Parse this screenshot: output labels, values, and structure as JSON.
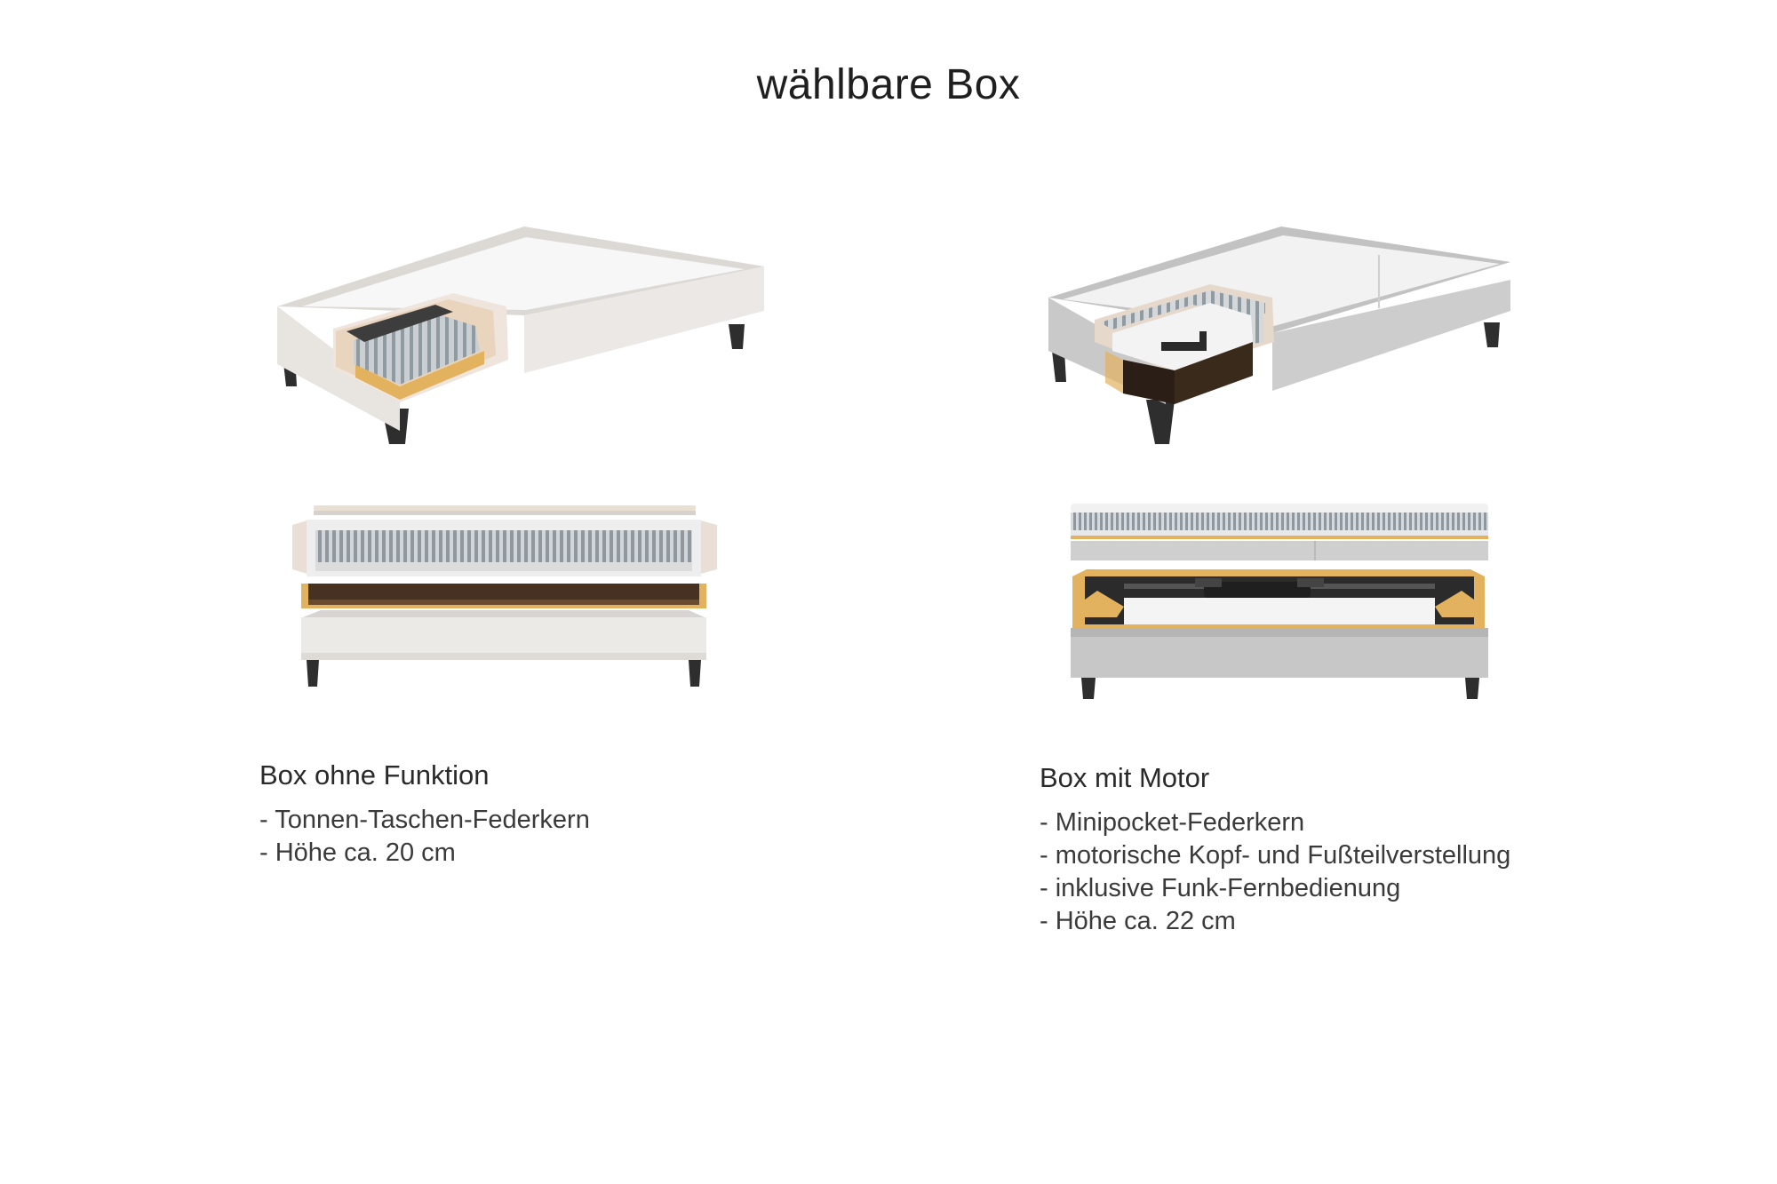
{
  "title": "wählbare Box",
  "products": [
    {
      "name": "Box ohne Funktion",
      "features": [
        "- Tonnen-Taschen-Federkern",
        "- Höhe ca. 20 cm"
      ]
    },
    {
      "name": "Box mit Motor",
      "features": [
        "- Minipocket-Federkern",
        "- motorische Kopf- und Fußteilverstellung",
        "- inklusive Funk-Fernbedienung",
        "- Höhe ca. 22 cm"
      ]
    }
  ],
  "colors": {
    "frame_light": "#e8e4e0",
    "frame_grey": "#c8c8c8",
    "wood": "#e3b25e",
    "spring": "#a9b3b9",
    "leg": "#2e2e2e"
  }
}
